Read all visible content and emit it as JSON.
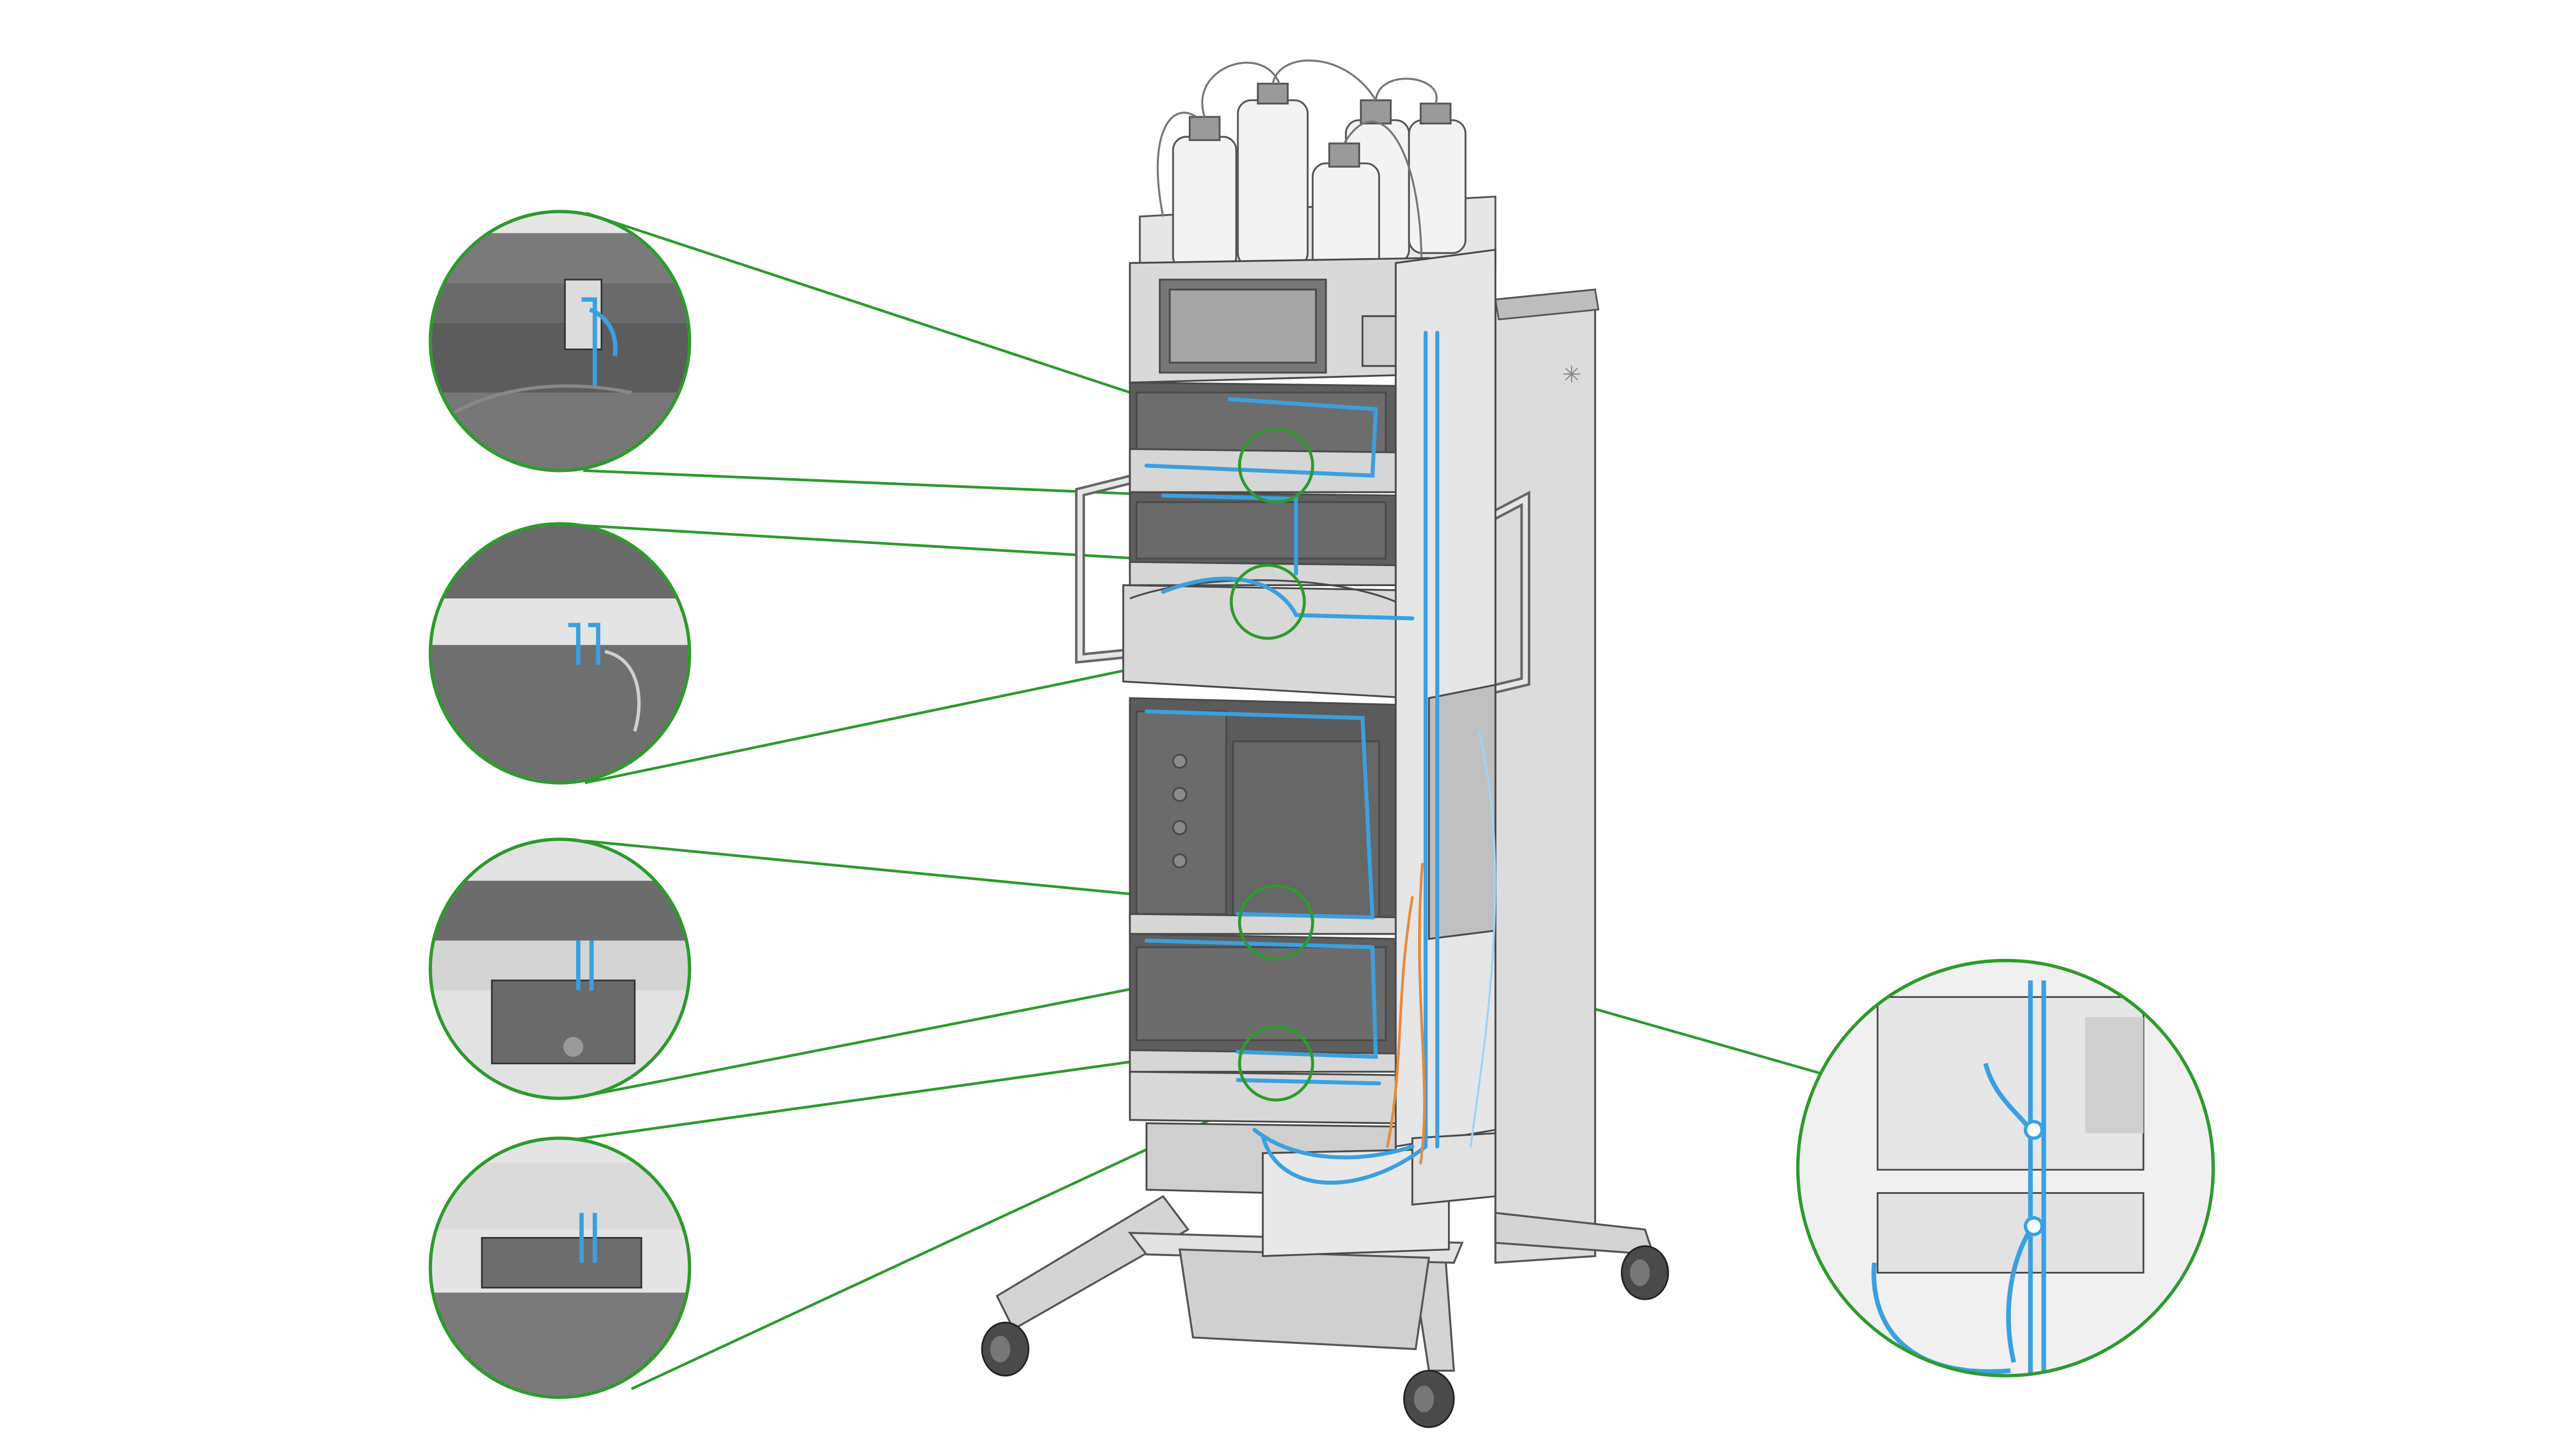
{
  "figure": {
    "description_visible_text": [],
    "colors": {
      "leader_line": "#2e9a2e",
      "tubing": "#3aa0e0",
      "tubing_light": "#9fd3f5",
      "instrument_body": "#d6d6d6",
      "instrument_dark": "#5f5f5f",
      "cart_frame": "#cfcfcf",
      "tubing_orange": "#e88a3c"
    },
    "callouts": [
      {
        "name": "detail-callout-top",
        "shows": "drain-tubing-clip-module-1"
      },
      {
        "name": "detail-callout-second",
        "shows": "drain-tubing-clip-module-3"
      },
      {
        "name": "detail-callout-third",
        "shows": "drain-tubing-clip-autosampler"
      },
      {
        "name": "detail-callout-bottom",
        "shows": "drain-tubing-clip-bottom-module"
      },
      {
        "name": "detail-callout-right",
        "shows": "drain-tubing-y-connector-rear"
      }
    ]
  }
}
